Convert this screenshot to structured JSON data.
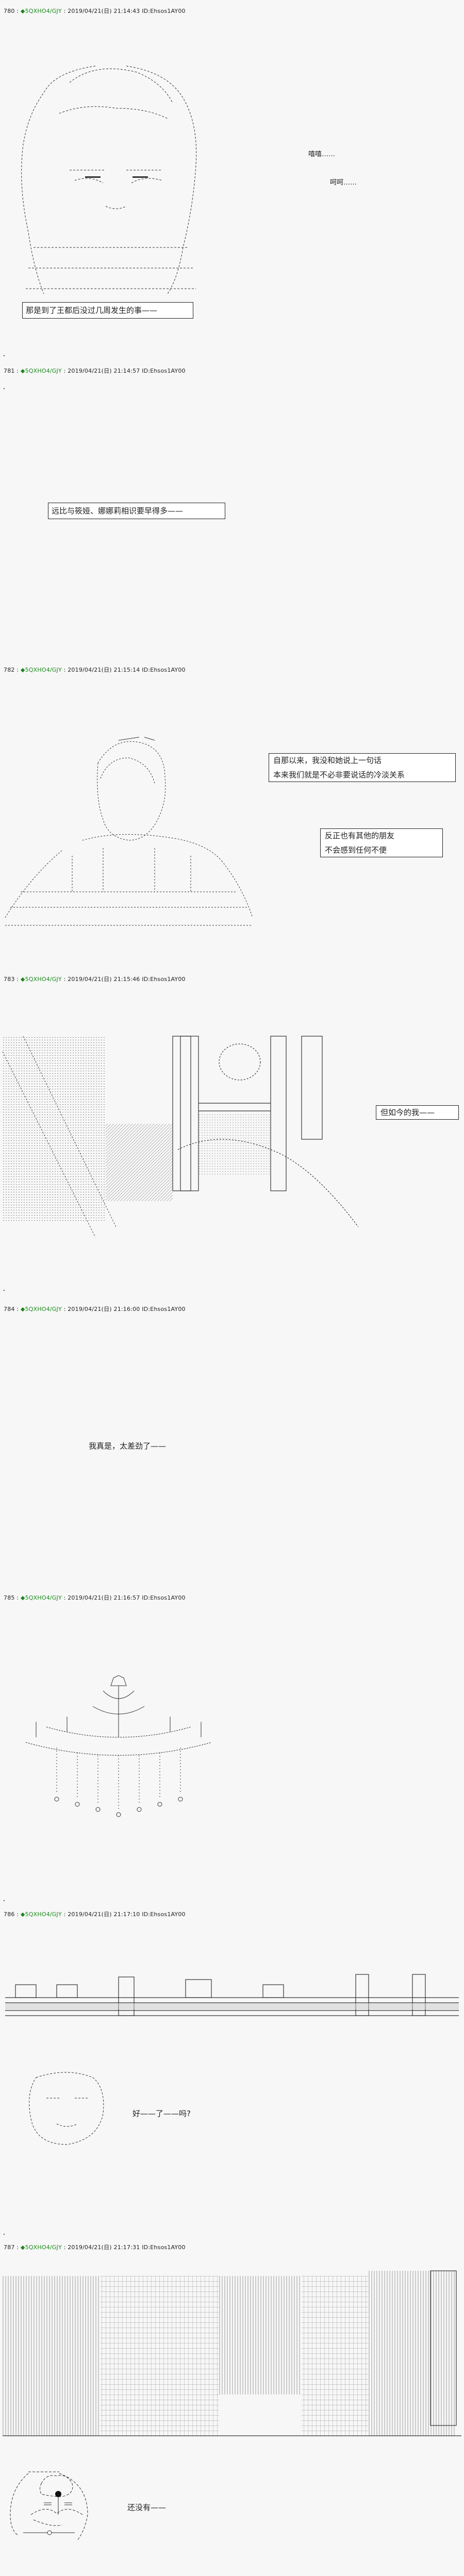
{
  "posts": [
    {
      "number": "780",
      "sep": " : ",
      "trip": "◆5QXHO4/GJY",
      "sep2": " : ",
      "datetime": "2019/04/21(日) 21:14:43",
      "id": "ID:Ehsos1AY00",
      "dialogue": [
        {
          "text": "嘻嘻……",
          "boxed": false
        },
        {
          "text": "呵呵……",
          "boxed": false
        },
        {
          "text": "那是到了王都后没过几周发生的事——",
          "boxed": true
        }
      ],
      "art": "girl-face-smiling"
    },
    {
      "number": "781",
      "sep": " : ",
      "trip": "◆5QXHO4/GJY",
      "sep2": " : ",
      "datetime": "2019/04/21(日) 21:14:57",
      "id": "ID:Ehsos1AY00",
      "dialogue": [
        {
          "text": "远比与筱娅、娜娜莉相识要早得多——",
          "boxed": true
        }
      ],
      "art": "none"
    },
    {
      "number": "782",
      "sep": " : ",
      "trip": "◆5QXHO4/GJY",
      "sep2": " : ",
      "datetime": "2019/04/21(日) 21:15:14",
      "id": "ID:Ehsos1AY00",
      "dialogue": [
        {
          "lines": [
            "自那以来，我没和她说上一句话",
            "本来我们就是不必非要说话的冷淡关系"
          ],
          "boxed": true
        },
        {
          "lines": [
            "反正也有其他的朋友",
            "不会感到任何不便"
          ],
          "boxed": true
        }
      ],
      "art": "figure-back-view"
    },
    {
      "number": "783",
      "sep": " : ",
      "trip": "◆5QXHO4/GJY",
      "sep2": " : ",
      "datetime": "2019/04/21(日) 21:15:46",
      "id": "ID:Ehsos1AY00",
      "dialogue": [
        {
          "text": "但如今的我——",
          "boxed": true
        }
      ],
      "art": "room-window-scene"
    },
    {
      "number": "784",
      "sep": " : ",
      "trip": "◆5QXHO4/GJY",
      "sep2": " : ",
      "datetime": "2019/04/21(日) 21:16:00",
      "id": "ID:Ehsos1AY00",
      "dialogue": [
        {
          "text": "我真是，太差劲了——",
          "boxed": false
        }
      ],
      "art": "none"
    },
    {
      "number": "785",
      "sep": " : ",
      "trip": "◆5QXHO4/GJY",
      "sep2": " : ",
      "datetime": "2019/04/21(日) 21:16:57",
      "id": "ID:Ehsos1AY00",
      "dialogue": [],
      "art": "chandelier"
    },
    {
      "number": "786",
      "sep": " : ",
      "trip": "◆5QXHO4/GJY",
      "sep2": " : ",
      "datetime": "2019/04/21(日) 21:17:10",
      "id": "ID:Ehsos1AY00",
      "dialogue": [
        {
          "text": "好——了——吗?",
          "boxed": false
        }
      ],
      "art": "railing-and-face"
    },
    {
      "number": "787",
      "sep": " : ",
      "trip": "◆5QXHO4/GJY",
      "sep2": " : ",
      "datetime": "2019/04/21(日) 21:17:31",
      "id": "ID:Ehsos1AY00",
      "dialogue": [
        {
          "text": "还没有——",
          "boxed": false
        }
      ],
      "art": "building-and-doraemon"
    }
  ],
  "colors": {
    "background": "#f7f7f7",
    "trip": "#1a8a1a",
    "text": "#222222"
  }
}
